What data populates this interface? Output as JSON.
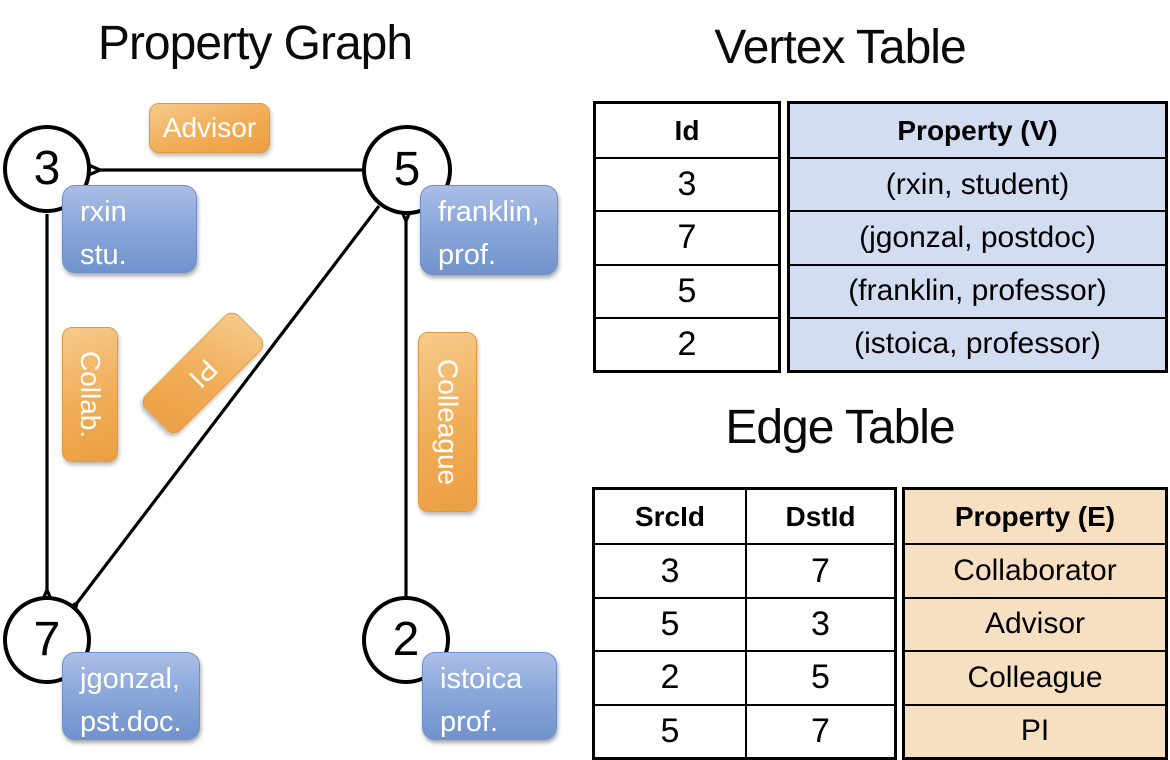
{
  "graph": {
    "title": "Property Graph",
    "nodes": [
      {
        "id": "3",
        "property": [
          "rxin",
          "stu."
        ]
      },
      {
        "id": "5",
        "property": [
          "franklin,",
          "prof."
        ]
      },
      {
        "id": "7",
        "property": [
          "jgonzal,",
          "pst.doc."
        ]
      },
      {
        "id": "2",
        "property": [
          "istoica",
          "prof."
        ]
      }
    ],
    "edges": [
      {
        "label": "Advisor",
        "from": "5",
        "to": "3"
      },
      {
        "label": "Collab.",
        "from": "3",
        "to": "7"
      },
      {
        "label": "PI",
        "from": "5",
        "to": "7"
      },
      {
        "label": "Colleague",
        "from": "2",
        "to": "5"
      }
    ]
  },
  "vertex_table": {
    "title": "Vertex Table",
    "id_header": "Id",
    "property_header": "Property (V)",
    "rows": [
      {
        "id": "3",
        "property": "(rxin, student)"
      },
      {
        "id": "7",
        "property": "(jgonzal, postdoc)"
      },
      {
        "id": "5",
        "property": "(franklin, professor)"
      },
      {
        "id": "2",
        "property": "(istoica, professor)"
      }
    ]
  },
  "edge_table": {
    "title": "Edge Table",
    "src_header": "SrcId",
    "dst_header": "DstId",
    "property_header": "Property (E)",
    "rows": [
      {
        "src": "3",
        "dst": "7",
        "property": "Collaborator"
      },
      {
        "src": "5",
        "dst": "3",
        "property": "Advisor"
      },
      {
        "src": "2",
        "dst": "5",
        "property": "Colleague"
      },
      {
        "src": "5",
        "dst": "7",
        "property": "PI"
      }
    ]
  },
  "colors": {
    "vertex_box": "#7e9fd6",
    "edge_box": "#efa64c",
    "vertex_table_fill": "#d3ddf1",
    "edge_table_fill": "#f7dfc2",
    "line": "#000000"
  }
}
